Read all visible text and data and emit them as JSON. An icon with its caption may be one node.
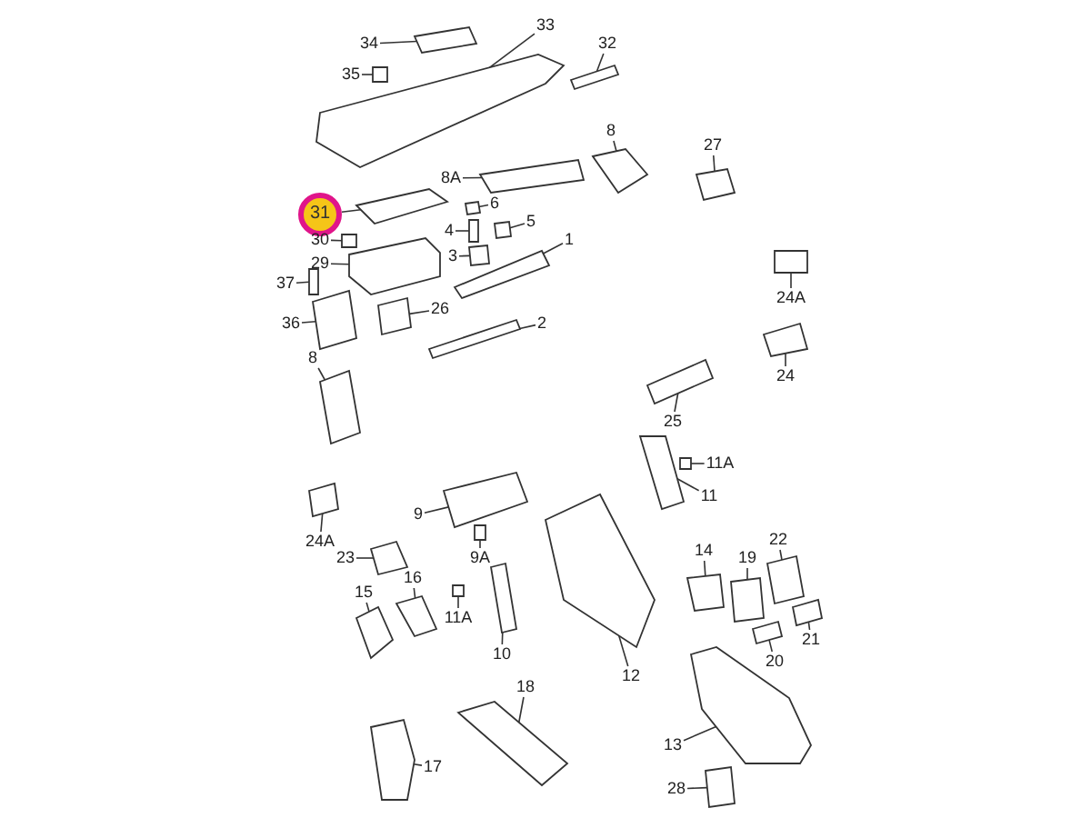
{
  "diagram": {
    "nodes": [
      {
        "text": [
          "34"
        ]
      },
      {
        "text": [
          "33"
        ]
      },
      {
        "text": [
          "32"
        ]
      },
      {
        "text": [
          "35"
        ]
      },
      {
        "text": [
          "8"
        ]
      },
      {
        "text": [
          "27"
        ]
      },
      {
        "text": [
          "8A"
        ]
      },
      {
        "text": [
          "31"
        ]
      },
      {
        "text": [
          "6"
        ]
      },
      {
        "text": [
          "4"
        ]
      },
      {
        "text": [
          "5"
        ]
      },
      {
        "text": [
          "1"
        ]
      },
      {
        "text": [
          "30"
        ]
      },
      {
        "text": [
          "3"
        ]
      },
      {
        "text": [
          "29"
        ]
      },
      {
        "text": [
          "37"
        ]
      },
      {
        "text": [
          "24A"
        ]
      },
      {
        "text": [
          "2"
        ]
      },
      {
        "text": [
          "36"
        ]
      },
      {
        "text": [
          "26"
        ]
      },
      {
        "text": [
          "8"
        ]
      },
      {
        "text": [
          "24"
        ]
      },
      {
        "text": [
          "25"
        ]
      },
      {
        "text": [
          "11A"
        ]
      },
      {
        "text": [
          "11"
        ]
      },
      {
        "text": [
          "9"
        ]
      },
      {
        "text": [
          "24A"
        ]
      },
      {
        "text": [
          "22"
        ]
      },
      {
        "text": [
          "14"
        ]
      },
      {
        "text": [
          "9A"
        ]
      },
      {
        "text": [
          "19"
        ]
      },
      {
        "text": [
          "23"
        ]
      },
      {
        "text": [
          "16"
        ]
      },
      {
        "text": [
          "15"
        ]
      },
      {
        "text": [
          "11A"
        ]
      },
      {
        "text": [
          "21"
        ]
      },
      {
        "text": [
          "10"
        ]
      },
      {
        "text": [
          "20"
        ]
      },
      {
        "text": [
          "12"
        ]
      },
      {
        "text": [
          "18"
        ]
      },
      {
        "text": [
          "13"
        ]
      },
      {
        "text": [
          "17"
        ]
      },
      {
        "text": [
          "28"
        ]
      },
      {
        "text": [],
        "shape": "box"
      },
      {
        "text": [],
        "shape": "box"
      },
      {
        "text": [],
        "shape": "box"
      },
      {
        "text": [],
        "shape": "box"
      },
      {
        "text": [],
        "shape": "box"
      },
      {
        "text": [],
        "shape": "box"
      },
      {
        "text": [],
        "shape": "box"
      },
      {
        "text": [],
        "shape": "box"
      },
      {
        "text": [],
        "shape": "box"
      },
      {
        "text": [],
        "shape": "box"
      },
      {
        "text": [],
        "shape": "box"
      },
      {
        "text": [],
        "shape": "box"
      },
      {
        "text": [],
        "shape": "box"
      },
      {
        "text": [],
        "shape": "box"
      },
      {
        "text": [],
        "shape": "box"
      },
      {
        "text": [],
        "shape": "box"
      },
      {
        "text": [],
        "shape": "box"
      },
      {
        "text": [],
        "shape": "box"
      },
      {
        "text": [],
        "shape": "box"
      },
      {
        "text": [],
        "shape": "box"
      },
      {
        "text": [],
        "shape": "box"
      },
      {
        "text": [],
        "shape": "box"
      },
      {
        "text": [],
        "shape": "box"
      },
      {
        "text": [],
        "shape": "box"
      },
      {
        "text": [],
        "shape": "box"
      },
      {
        "text": [],
        "shape": "box"
      },
      {
        "text": [],
        "shape": "box"
      },
      {
        "text": [],
        "shape": "box"
      },
      {
        "text": [],
        "shape": "box"
      },
      {
        "text": [],
        "shape": "box"
      },
      {
        "text": [],
        "shape": "box"
      },
      {
        "text": [],
        "shape": "box"
      },
      {
        "text": [],
        "shape": "box"
      },
      {
        "text": [],
        "shape": "box"
      },
      {
        "text": [],
        "shape": "box"
      },
      {
        "text": [],
        "shape": "box"
      },
      {
        "text": [],
        "shape": "box"
      },
      {
        "text": [],
        "shape": "box"
      },
      {
        "text": [],
        "shape": "box"
      },
      {
        "text": [],
        "shape": "box"
      },
      {
        "text": [],
        "shape": "box"
      },
      {
        "text": [],
        "shape": "box"
      },
      {
        "text": [],
        "shape": "box"
      }
    ],
    "edges": [
      {
        "from": 0,
        "to": 43,
        "arrow": "none"
      },
      {
        "from": 1,
        "to": 44,
        "arrow": "none"
      },
      {
        "from": 2,
        "to": 45,
        "arrow": "none"
      },
      {
        "from": 3,
        "to": 46,
        "arrow": "none"
      },
      {
        "from": 4,
        "to": 47,
        "arrow": "none"
      },
      {
        "from": 5,
        "to": 48,
        "arrow": "none"
      },
      {
        "from": 6,
        "to": 49,
        "arrow": "none"
      },
      {
        "from": 7,
        "to": 50,
        "arrow": "none"
      },
      {
        "from": 8,
        "to": 51,
        "arrow": "none"
      },
      {
        "from": 9,
        "to": 52,
        "arrow": "none"
      },
      {
        "from": 10,
        "to": 53,
        "arrow": "none"
      },
      {
        "from": 11,
        "to": 54,
        "arrow": "none"
      },
      {
        "from": 12,
        "to": 55,
        "arrow": "none"
      },
      {
        "from": 13,
        "to": 56,
        "arrow": "none"
      },
      {
        "from": 14,
        "to": 57,
        "arrow": "none"
      },
      {
        "from": 15,
        "to": 58,
        "arrow": "none"
      },
      {
        "from": 16,
        "to": 59,
        "arrow": "none"
      },
      {
        "from": 17,
        "to": 60,
        "arrow": "none"
      },
      {
        "from": 18,
        "to": 61,
        "arrow": "none"
      },
      {
        "from": 19,
        "to": 62,
        "arrow": "none"
      },
      {
        "from": 20,
        "to": 63,
        "arrow": "none"
      },
      {
        "from": 21,
        "to": 64,
        "arrow": "none"
      },
      {
        "from": 22,
        "to": 65,
        "arrow": "none"
      },
      {
        "from": 23,
        "to": 66,
        "arrow": "none"
      },
      {
        "from": 24,
        "to": 67,
        "arrow": "none"
      },
      {
        "from": 25,
        "to": 68,
        "arrow": "none"
      },
      {
        "from": 26,
        "to": 69,
        "arrow": "none"
      },
      {
        "from": 27,
        "to": 70,
        "arrow": "none"
      },
      {
        "from": 28,
        "to": 71,
        "arrow": "none"
      },
      {
        "from": 29,
        "to": 72,
        "arrow": "none"
      },
      {
        "from": 30,
        "to": 73,
        "arrow": "none"
      },
      {
        "from": 31,
        "to": 74,
        "arrow": "none"
      },
      {
        "from": 32,
        "to": 75,
        "arrow": "none"
      },
      {
        "from": 33,
        "to": 76,
        "arrow": "none"
      },
      {
        "from": 34,
        "to": 77,
        "arrow": "none"
      },
      {
        "from": 35,
        "to": 78,
        "arrow": "none"
      },
      {
        "from": 36,
        "to": 79,
        "arrow": "none"
      },
      {
        "from": 37,
        "to": 80,
        "arrow": "none"
      },
      {
        "from": 38,
        "to": 81,
        "arrow": "none"
      },
      {
        "from": 39,
        "to": 82,
        "arrow": "none"
      },
      {
        "from": 40,
        "to": 83,
        "arrow": "none"
      },
      {
        "from": 41,
        "to": 84,
        "arrow": "none"
      },
      {
        "from": 42,
        "to": 85,
        "arrow": "none"
      }
    ]
  }
}
